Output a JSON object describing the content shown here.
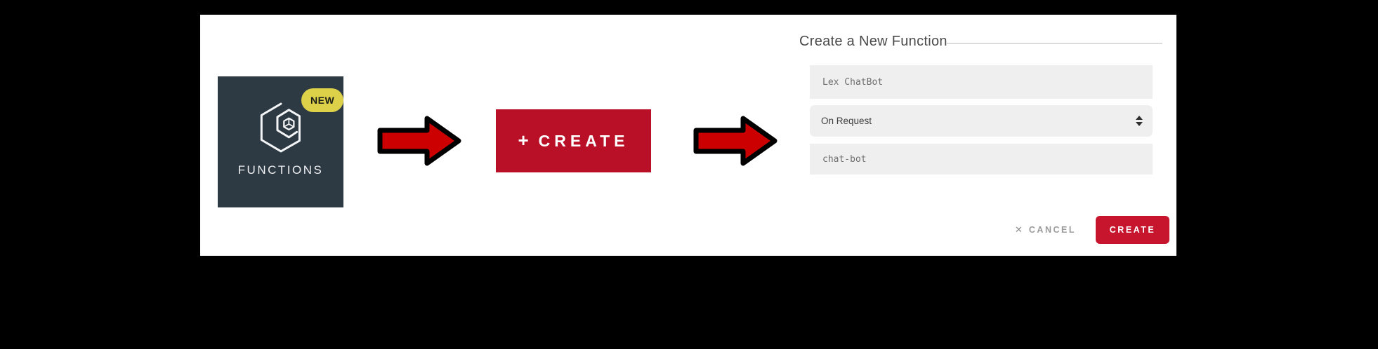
{
  "tile": {
    "label": "FUNCTIONS",
    "badge": "NEW",
    "icon": "functions-hexagon-icon"
  },
  "arrows": {
    "icon": "arrow-right-icon",
    "count": 2
  },
  "create_button": {
    "plus": "+",
    "label": "CREATE"
  },
  "form": {
    "title": "Create a New Function",
    "name_field": {
      "value": "Lex ChatBot"
    },
    "trigger_select": {
      "value": "On Request",
      "icon": "select-stepper-icon"
    },
    "id_field": {
      "value": "chat-bot"
    },
    "cancel_icon": "✕",
    "cancel_label": "CANCEL",
    "submit_label": "CREATE"
  },
  "colors": {
    "background": "#000000",
    "panel": "#ffffff",
    "tile_background": "#2d3943",
    "badge_yellow": "#ddd14a",
    "arrow_red": "#cc0000",
    "create_button_red": "#b90f27",
    "submit_button_red": "#c8152e",
    "field_background": "#efefef",
    "title_text": "#4b4b4b",
    "mono_text": "#6e6e6e",
    "cancel_text": "#9b9b9b"
  }
}
